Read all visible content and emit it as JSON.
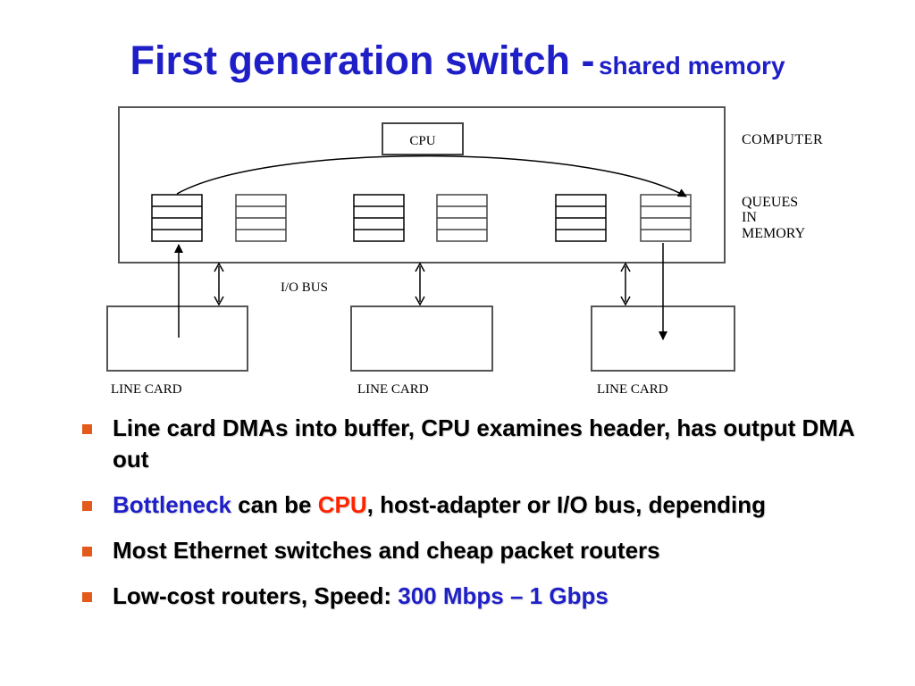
{
  "slide": {
    "title_main": "First generation switch -",
    "title_sub": "shared memory"
  },
  "diagram": {
    "cpu_label": "CPU",
    "computer_label": "COMPUTER",
    "queues_label": [
      "QUEUES",
      "IN",
      "MEMORY"
    ],
    "io_bus_label": "I/O BUS",
    "line_card_label": "LINE CARD"
  },
  "bullets": [
    {
      "parts": [
        {
          "text": "Line card DMAs into buffer, CPU examines header, has output DMA out"
        }
      ]
    },
    {
      "parts": [
        {
          "text": "Bottleneck"
        },
        {
          "text": " can be "
        },
        {
          "text": "CPU"
        },
        {
          "text": ", host-adapter or I/O bus, depending"
        }
      ]
    },
    {
      "parts": [
        {
          "text": "Most Ethernet switches and cheap packet routers"
        }
      ]
    },
    {
      "parts": [
        {
          "text": "Low-cost routers, Speed: "
        },
        {
          "text": "300 Mbps – 1 Gbps"
        }
      ]
    }
  ],
  "colors": {
    "title": "#1f1fc8",
    "highlight_blue": "#1f1fc8",
    "highlight_red": "#ff2400",
    "bullet_marker": "#e35a1a"
  }
}
